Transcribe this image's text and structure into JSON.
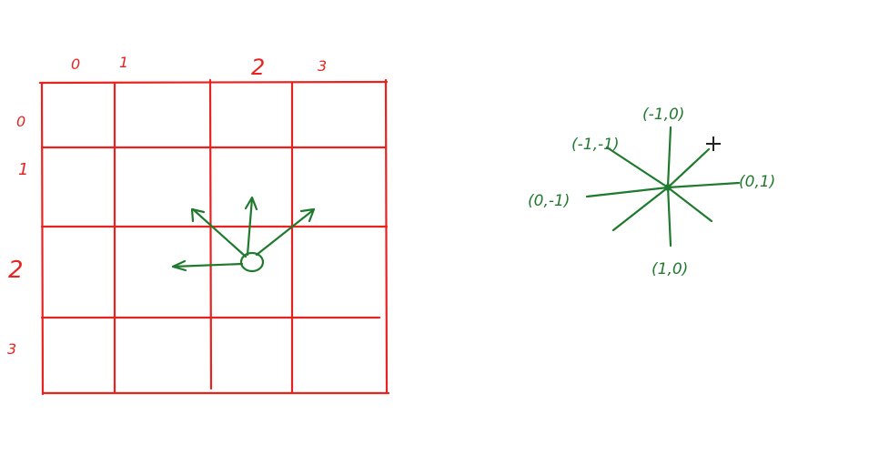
{
  "colors": {
    "grid": "#e8231f",
    "ink_green": "#1f7a2e",
    "background": "#ffffff"
  },
  "grid_diagram": {
    "col_labels": [
      "0",
      "1",
      "2",
      "3"
    ],
    "row_labels": [
      "0",
      "1",
      "2",
      "3"
    ]
  },
  "direction_star": {
    "labels": {
      "top": "(-1,0)",
      "top_left": "(-1,-1)",
      "right": "(0,1)",
      "left": "(0,-1)",
      "bottom": "(1,0)"
    }
  },
  "cursor": {
    "icon": "crosshair-cursor-icon"
  }
}
